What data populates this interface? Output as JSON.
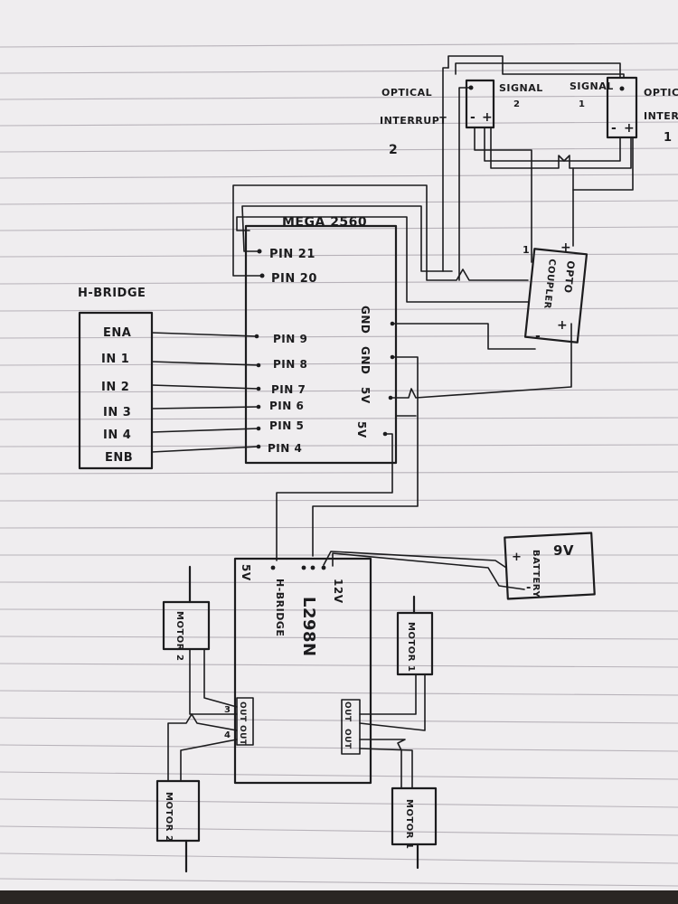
{
  "diagram": {
    "mega": {
      "title": "MEGA 2560",
      "pins": [
        "PIN 21",
        "PIN 20",
        "PIN 9",
        "PIN 8",
        "PIN 7",
        "PIN 6",
        "PIN 5",
        "PIN 4"
      ],
      "right_pins": [
        "GND",
        "GND",
        "5V",
        "5V"
      ]
    },
    "hbridge_top": {
      "title": "H-BRIDGE",
      "pins": [
        "ENA",
        "IN 1",
        "IN 2",
        "IN 3",
        "IN 4",
        "ENB"
      ]
    },
    "sensors": {
      "left_label": "OPTICAL",
      "left_label2": "INTERRUPT",
      "left_num": "2",
      "right_label": "OPTICAL",
      "right_label2": "INTER",
      "right_num": "1",
      "signal2": "SIGNAL",
      "signal2_num": "2",
      "signal1": "SIGNAL",
      "signal1_num": "1"
    },
    "opto": {
      "label1": "OPTO",
      "label2": "COUPLER",
      "plus": "+",
      "minus": "-",
      "one": "1"
    },
    "battery": {
      "voltage": "9V",
      "label": "BATTERY"
    },
    "l298n": {
      "title": "L298N",
      "subtitle": "H-BRIDGE",
      "v12": "12V",
      "v5": "5V",
      "out": "OUT",
      "n3": "3",
      "n4": "4"
    },
    "motors": [
      "MOTOR 2",
      "MOTOR 2",
      "MOTOR 1",
      "MOTOR 1"
    ]
  }
}
